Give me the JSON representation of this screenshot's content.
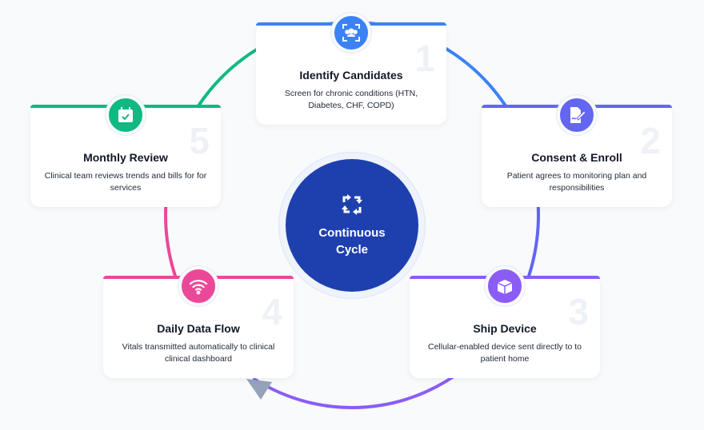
{
  "center": {
    "label_line1": "Continuous",
    "label_line2": "Cycle",
    "color": "#1e40af",
    "icon": "refresh-icon"
  },
  "steps": [
    {
      "number": "1",
      "title": "Identify Candidates",
      "description": "Screen for chronic conditions (HTN, Diabetes, CHF, COPD)",
      "color": "#3b82f6",
      "icon": "user-scan-icon"
    },
    {
      "number": "2",
      "title": "Consent & Enroll",
      "description": "Patient agrees to monitoring plan and responsibilities",
      "color": "#6366f1",
      "icon": "signature-icon"
    },
    {
      "number": "3",
      "title": "Ship Device",
      "description": "Cellular-enabled device sent directly to to patient home",
      "color": "#8b5cf6",
      "icon": "box-icon"
    },
    {
      "number": "4",
      "title": "Daily Data Flow",
      "description": "Vitals transmitted automatically to clinical clinical dashboard",
      "color": "#ec4899",
      "icon": "wifi-icon"
    },
    {
      "number": "5",
      "title": "Monthly Review",
      "description": "Clinical team reviews trends and bills for for services",
      "color": "#10b981",
      "icon": "calendar-check-icon"
    }
  ]
}
